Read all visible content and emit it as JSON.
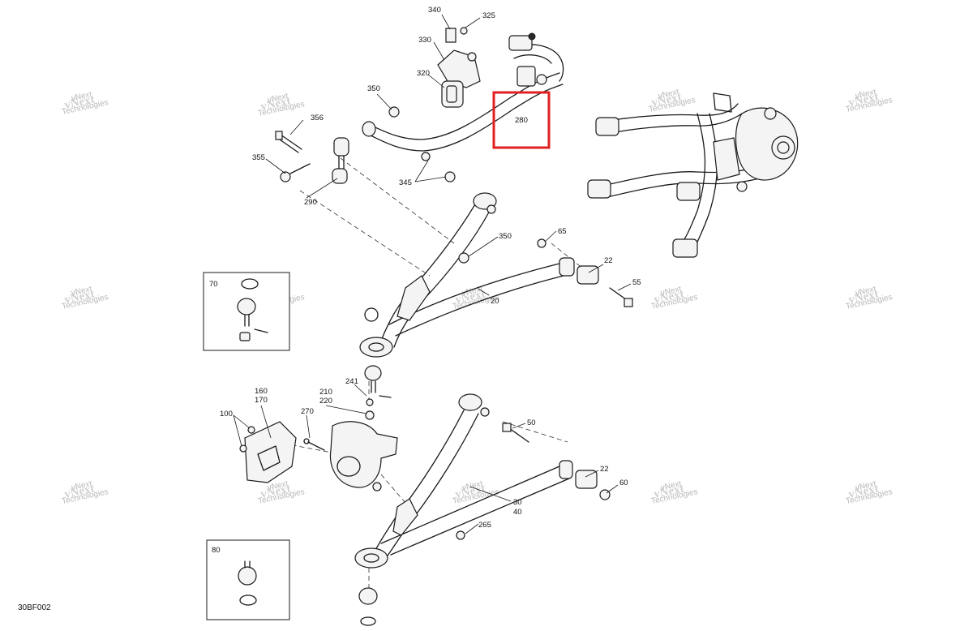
{
  "diagram": {
    "code": "30BF002",
    "highlight_color": "#e02020",
    "watermark_line1": "vNext",
    "watermark_line2": "Technologies",
    "callouts": {
      "c340": "340",
      "c325": "325",
      "c330": "330",
      "c320": "320",
      "c350a": "350",
      "c356": "356",
      "c355": "355",
      "c345": "345",
      "c290": "290",
      "c280": "280",
      "c65": "65",
      "c350b": "350",
      "c22a": "22",
      "c55": "55",
      "c20": "20",
      "c70": "70",
      "c241": "241",
      "c160": "160",
      "c170": "170",
      "c210": "210",
      "c220": "220",
      "c100": "100",
      "c270": "270",
      "c50": "50",
      "c22b": "22",
      "c60": "60",
      "c30": "30",
      "c40": "40",
      "c265": "265",
      "c80": "80"
    }
  }
}
